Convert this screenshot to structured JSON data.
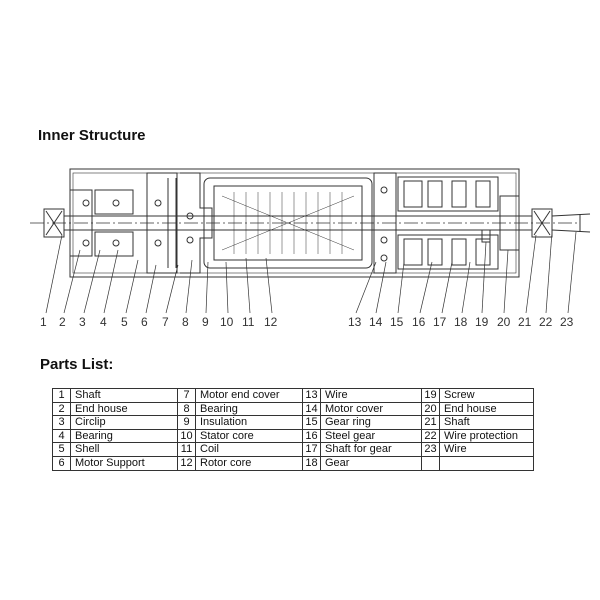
{
  "headings": {
    "inner_structure": "Inner Structure",
    "parts_list": "Parts List:"
  },
  "callouts": [
    "1",
    "2",
    "3",
    "4",
    "5",
    "6",
    "7",
    "8",
    "9",
    "10",
    "11",
    "12",
    "13",
    "14",
    "15",
    "16",
    "17",
    "18",
    "19",
    "20",
    "21",
    "22",
    "23"
  ],
  "parts": [
    {
      "num": "1",
      "name": "Shaft"
    },
    {
      "num": "2",
      "name": "End house"
    },
    {
      "num": "3",
      "name": "Circlip"
    },
    {
      "num": "4",
      "name": "Bearing"
    },
    {
      "num": "5",
      "name": "Shell"
    },
    {
      "num": "6",
      "name": "Motor Support"
    },
    {
      "num": "7",
      "name": "Motor end cover"
    },
    {
      "num": "8",
      "name": "Bearing"
    },
    {
      "num": "9",
      "name": "Insulation"
    },
    {
      "num": "10",
      "name": "Stator core"
    },
    {
      "num": "11",
      "name": "Coil"
    },
    {
      "num": "12",
      "name": "Rotor core"
    },
    {
      "num": "13",
      "name": "Wire"
    },
    {
      "num": "14",
      "name": "Motor cover"
    },
    {
      "num": "15",
      "name": "Gear ring"
    },
    {
      "num": "16",
      "name": "Steel gear"
    },
    {
      "num": "17",
      "name": "Shaft for gear"
    },
    {
      "num": "18",
      "name": "Gear"
    },
    {
      "num": "19",
      "name": "Screw"
    },
    {
      "num": "20",
      "name": "End house"
    },
    {
      "num": "21",
      "name": "Shaft"
    },
    {
      "num": "22",
      "name": "Wire protection"
    },
    {
      "num": "23",
      "name": "Wire"
    }
  ],
  "colors": {
    "line": "#333333",
    "background": "#ffffff"
  }
}
